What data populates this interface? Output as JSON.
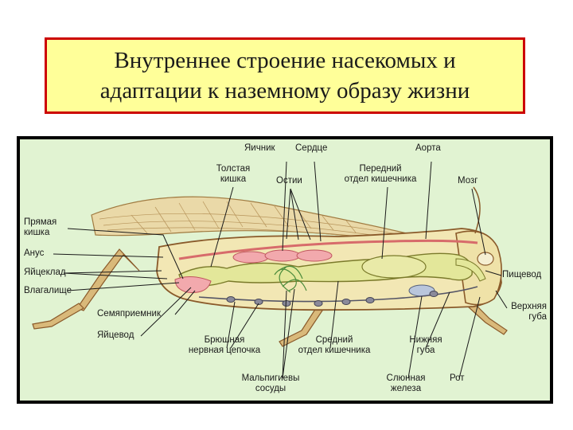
{
  "title": {
    "line1": "Внутреннее строение насекомых и",
    "line2": "адаптации к наземному образу жизни"
  },
  "labels": {
    "ovary": "Яичник",
    "heart": "Сердце",
    "aorta": "Аорта",
    "colon_1": "Толстая",
    "colon_2": "кишка",
    "ostia": "Остии",
    "foregut_1": "Передний",
    "foregut_2": "отдел кишечника",
    "brain": "Мозг",
    "rectum_1": "Прямая",
    "rectum_2": "кишка",
    "anus": "Анус",
    "ovipositor": "Яйцеклад",
    "vagina": "Влагалище",
    "esophagus": "Пищевод",
    "spermatheca": "Семяприемник",
    "upper_lip_1": "Верхняя",
    "upper_lip_2": "губа",
    "oviduct": "Яйцевод",
    "nerve_cord_1": "Брюшная",
    "nerve_cord_2": "нервная цепочка",
    "midgut_1": "Средний",
    "midgut_2": "отдел кишечника",
    "lower_lip_1": "Нижняя",
    "lower_lip_2": "губа",
    "malpighian_1": "Мальпигиевы",
    "malpighian_2": "сосуды",
    "salivary_1": "Слюнная",
    "salivary_2": "железа",
    "mouth": "Рот"
  },
  "colors": {
    "title_bg": "#ffff99",
    "title_border": "#cc0000",
    "figure_bg": "#e1f3d2",
    "frame": "#000000",
    "body_fill": "#f2e7b4",
    "gut_fill": "#e3e79a",
    "outline": "#8a5a2a",
    "nerve": "#555566",
    "ovary": "#f2a9ad",
    "wing": "#ead9a8"
  }
}
